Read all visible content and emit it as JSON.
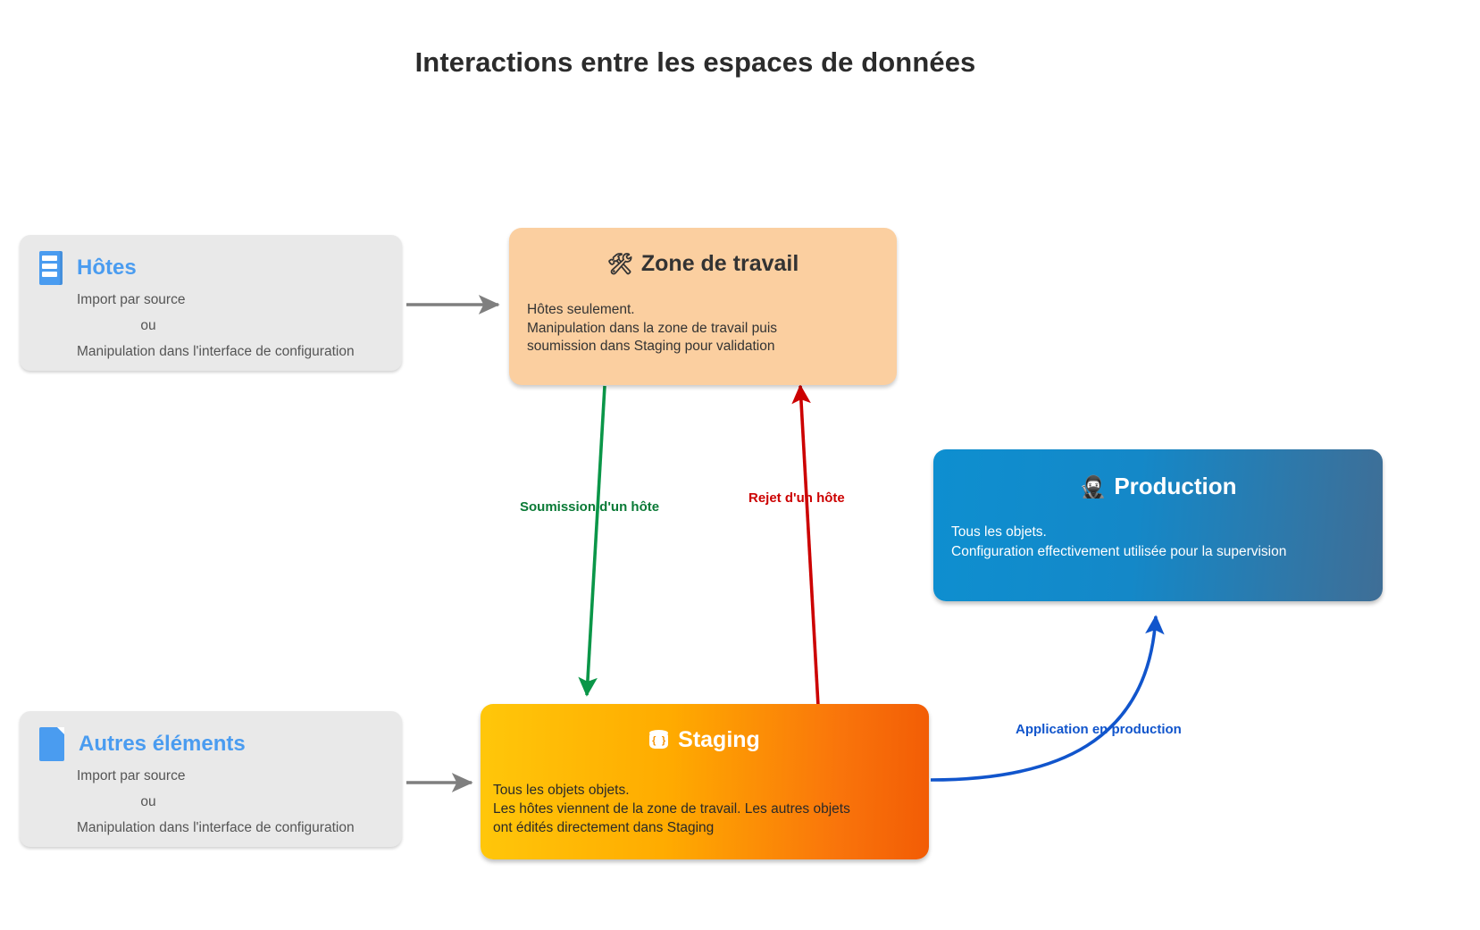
{
  "page": {
    "title": "Interactions entre les espaces de données",
    "background": "#ffffff"
  },
  "colors": {
    "accent_blue": "#4a9cf0",
    "work_bg": "#fbcfa0",
    "prod_from": "#0e8fd0",
    "prod_to": "#3f6e96",
    "staging_from": "#ffc70a",
    "staging_to": "#f25c05",
    "grey_card": "#e9e9e9",
    "arrow_grey": "#7f7f7f",
    "arrow_green": "#0a9648",
    "arrow_red": "#cc0000",
    "arrow_blue": "#1155cc",
    "label_green": "#0a7a36",
    "label_red": "#cc0000",
    "label_blue": "#1155cc"
  },
  "nodes": {
    "hosts": {
      "icon": "server-rack-icon",
      "title": "Hôtes",
      "line1": "Import par source",
      "line2": "ou",
      "line3": "Manipulation dans l'interface de configuration"
    },
    "other_elements": {
      "icon": "file-document-icon",
      "title": "Autres éléments",
      "line1": "Import par source",
      "line2": "ou",
      "line3": "Manipulation dans l'interface de configuration"
    },
    "workspace": {
      "icon": "hammer-and-wrench-icon",
      "glyph": "🛠",
      "title": "Zone de travail",
      "line1": "Hôtes seulement.",
      "line2": "Manipulation dans la zone de travail puis",
      "line3": "soumission dans Staging pour validation"
    },
    "production": {
      "icon": "ninja-icon",
      "glyph": "🥷",
      "title": "Production",
      "line1": "Tous les objets.",
      "line2": "Configuration effectivement utilisée pour la supervision"
    },
    "staging": {
      "icon": "database-cylinder-icon",
      "title": "Staging",
      "line1": "Tous les objets objets.",
      "line2": "Les hôtes viennent de la zone de travail. Les autres objets",
      "line3": "ont édités directement dans Staging"
    }
  },
  "edges": {
    "hosts_to_workspace": {
      "label": "",
      "color": "#7f7f7f"
    },
    "other_to_staging": {
      "label": "",
      "color": "#7f7f7f"
    },
    "workspace_to_staging": {
      "label": "Soumission d'un hôte",
      "color": "#0a9648"
    },
    "staging_to_workspace": {
      "label": "Rejet d'un hôte",
      "color": "#cc0000"
    },
    "staging_to_production": {
      "label": "Application en production",
      "color": "#1155cc"
    }
  }
}
